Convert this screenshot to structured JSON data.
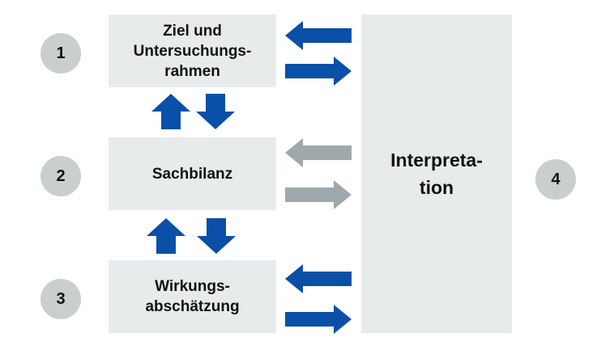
{
  "colors": {
    "box_fill": "#e8ebec",
    "circle_fill": "#c9cecf",
    "arrow_blue": "#0a4fa8",
    "arrow_gray": "#9fa8ac"
  },
  "stages": [
    {
      "number": "1",
      "line1": "Ziel und",
      "line2": "Untersuchungs-",
      "line3": "rahmen"
    },
    {
      "number": "2",
      "line1": "Sachbilanz"
    },
    {
      "number": "3",
      "line1": "Wirkungs-",
      "line2": "abschätzung"
    }
  ],
  "interpretation": {
    "number": "4",
    "line1": "Interpreta-",
    "line2": "tion"
  }
}
